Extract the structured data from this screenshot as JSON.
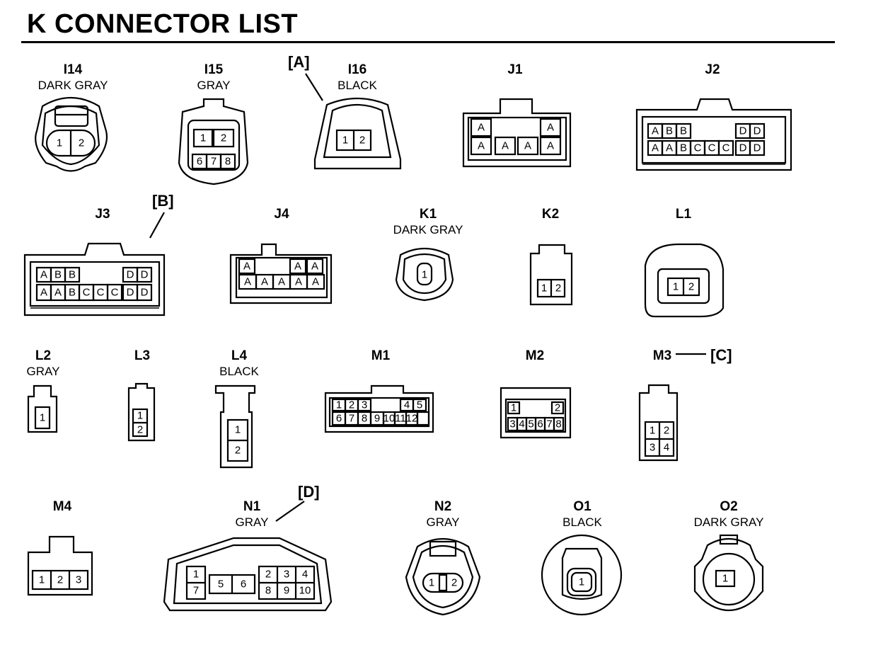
{
  "title": "K  CONNECTOR LIST",
  "connectors": [
    {
      "id": "I14",
      "color": "DARK GRAY"
    },
    {
      "id": "I15",
      "color": "GRAY"
    },
    {
      "id": "I16",
      "color": "BLACK"
    },
    {
      "id": "J1",
      "color": ""
    },
    {
      "id": "J2",
      "color": ""
    },
    {
      "id": "J3",
      "color": ""
    },
    {
      "id": "J4",
      "color": ""
    },
    {
      "id": "K1",
      "color": "DARK GRAY"
    },
    {
      "id": "K2",
      "color": ""
    },
    {
      "id": "L1",
      "color": ""
    },
    {
      "id": "L2",
      "color": "GRAY"
    },
    {
      "id": "L3",
      "color": ""
    },
    {
      "id": "L4",
      "color": "BLACK"
    },
    {
      "id": "M1",
      "color": ""
    },
    {
      "id": "M2",
      "color": ""
    },
    {
      "id": "M3",
      "color": ""
    },
    {
      "id": "M4",
      "color": ""
    },
    {
      "id": "N1",
      "color": "GRAY"
    },
    {
      "id": "N2",
      "color": "GRAY"
    },
    {
      "id": "O1",
      "color": "BLACK"
    },
    {
      "id": "O2",
      "color": "DARK GRAY"
    }
  ],
  "callouts": {
    "a": "[A]",
    "b": "[B]",
    "c": "[C]",
    "d": "[D]"
  },
  "pins": {
    "I14": [
      "1",
      "2"
    ],
    "I15": [
      "1",
      "2",
      "6",
      "7",
      "8"
    ],
    "I16": [
      "1",
      "2"
    ],
    "J1": [
      "A",
      "A",
      "A",
      "A",
      "A",
      "A"
    ],
    "J2": [
      "A",
      "B",
      "B",
      "D",
      "D",
      "A",
      "A",
      "B",
      "C",
      "C",
      "C",
      "D",
      "D"
    ],
    "J3": [
      "A",
      "B",
      "B",
      "D",
      "D",
      "A",
      "A",
      "B",
      "C",
      "C",
      "C",
      "D",
      "D"
    ],
    "J4": [
      "A",
      "A",
      "A",
      "A",
      "A",
      "A",
      "A",
      "A"
    ],
    "K1": [
      "1"
    ],
    "K2": [
      "1",
      "2"
    ],
    "L1": [
      "1",
      "2"
    ],
    "L2": [
      "1"
    ],
    "L3": [
      "1",
      "2"
    ],
    "L4": [
      "1",
      "2"
    ],
    "M1": [
      "1",
      "2",
      "3",
      "4",
      "5",
      "6",
      "7",
      "8",
      "9",
      "10",
      "11",
      "12"
    ],
    "M2": [
      "1",
      "2",
      "3",
      "4",
      "5",
      "6",
      "7",
      "8"
    ],
    "M3": [
      "1",
      "2",
      "3",
      "4"
    ],
    "M4": [
      "1",
      "2",
      "3"
    ],
    "N1": [
      "1",
      "7",
      "5",
      "6",
      "2",
      "3",
      "4",
      "8",
      "9",
      "10"
    ],
    "N2": [
      "1",
      "2"
    ],
    "O1": [
      "1"
    ],
    "O2": [
      "1"
    ]
  }
}
